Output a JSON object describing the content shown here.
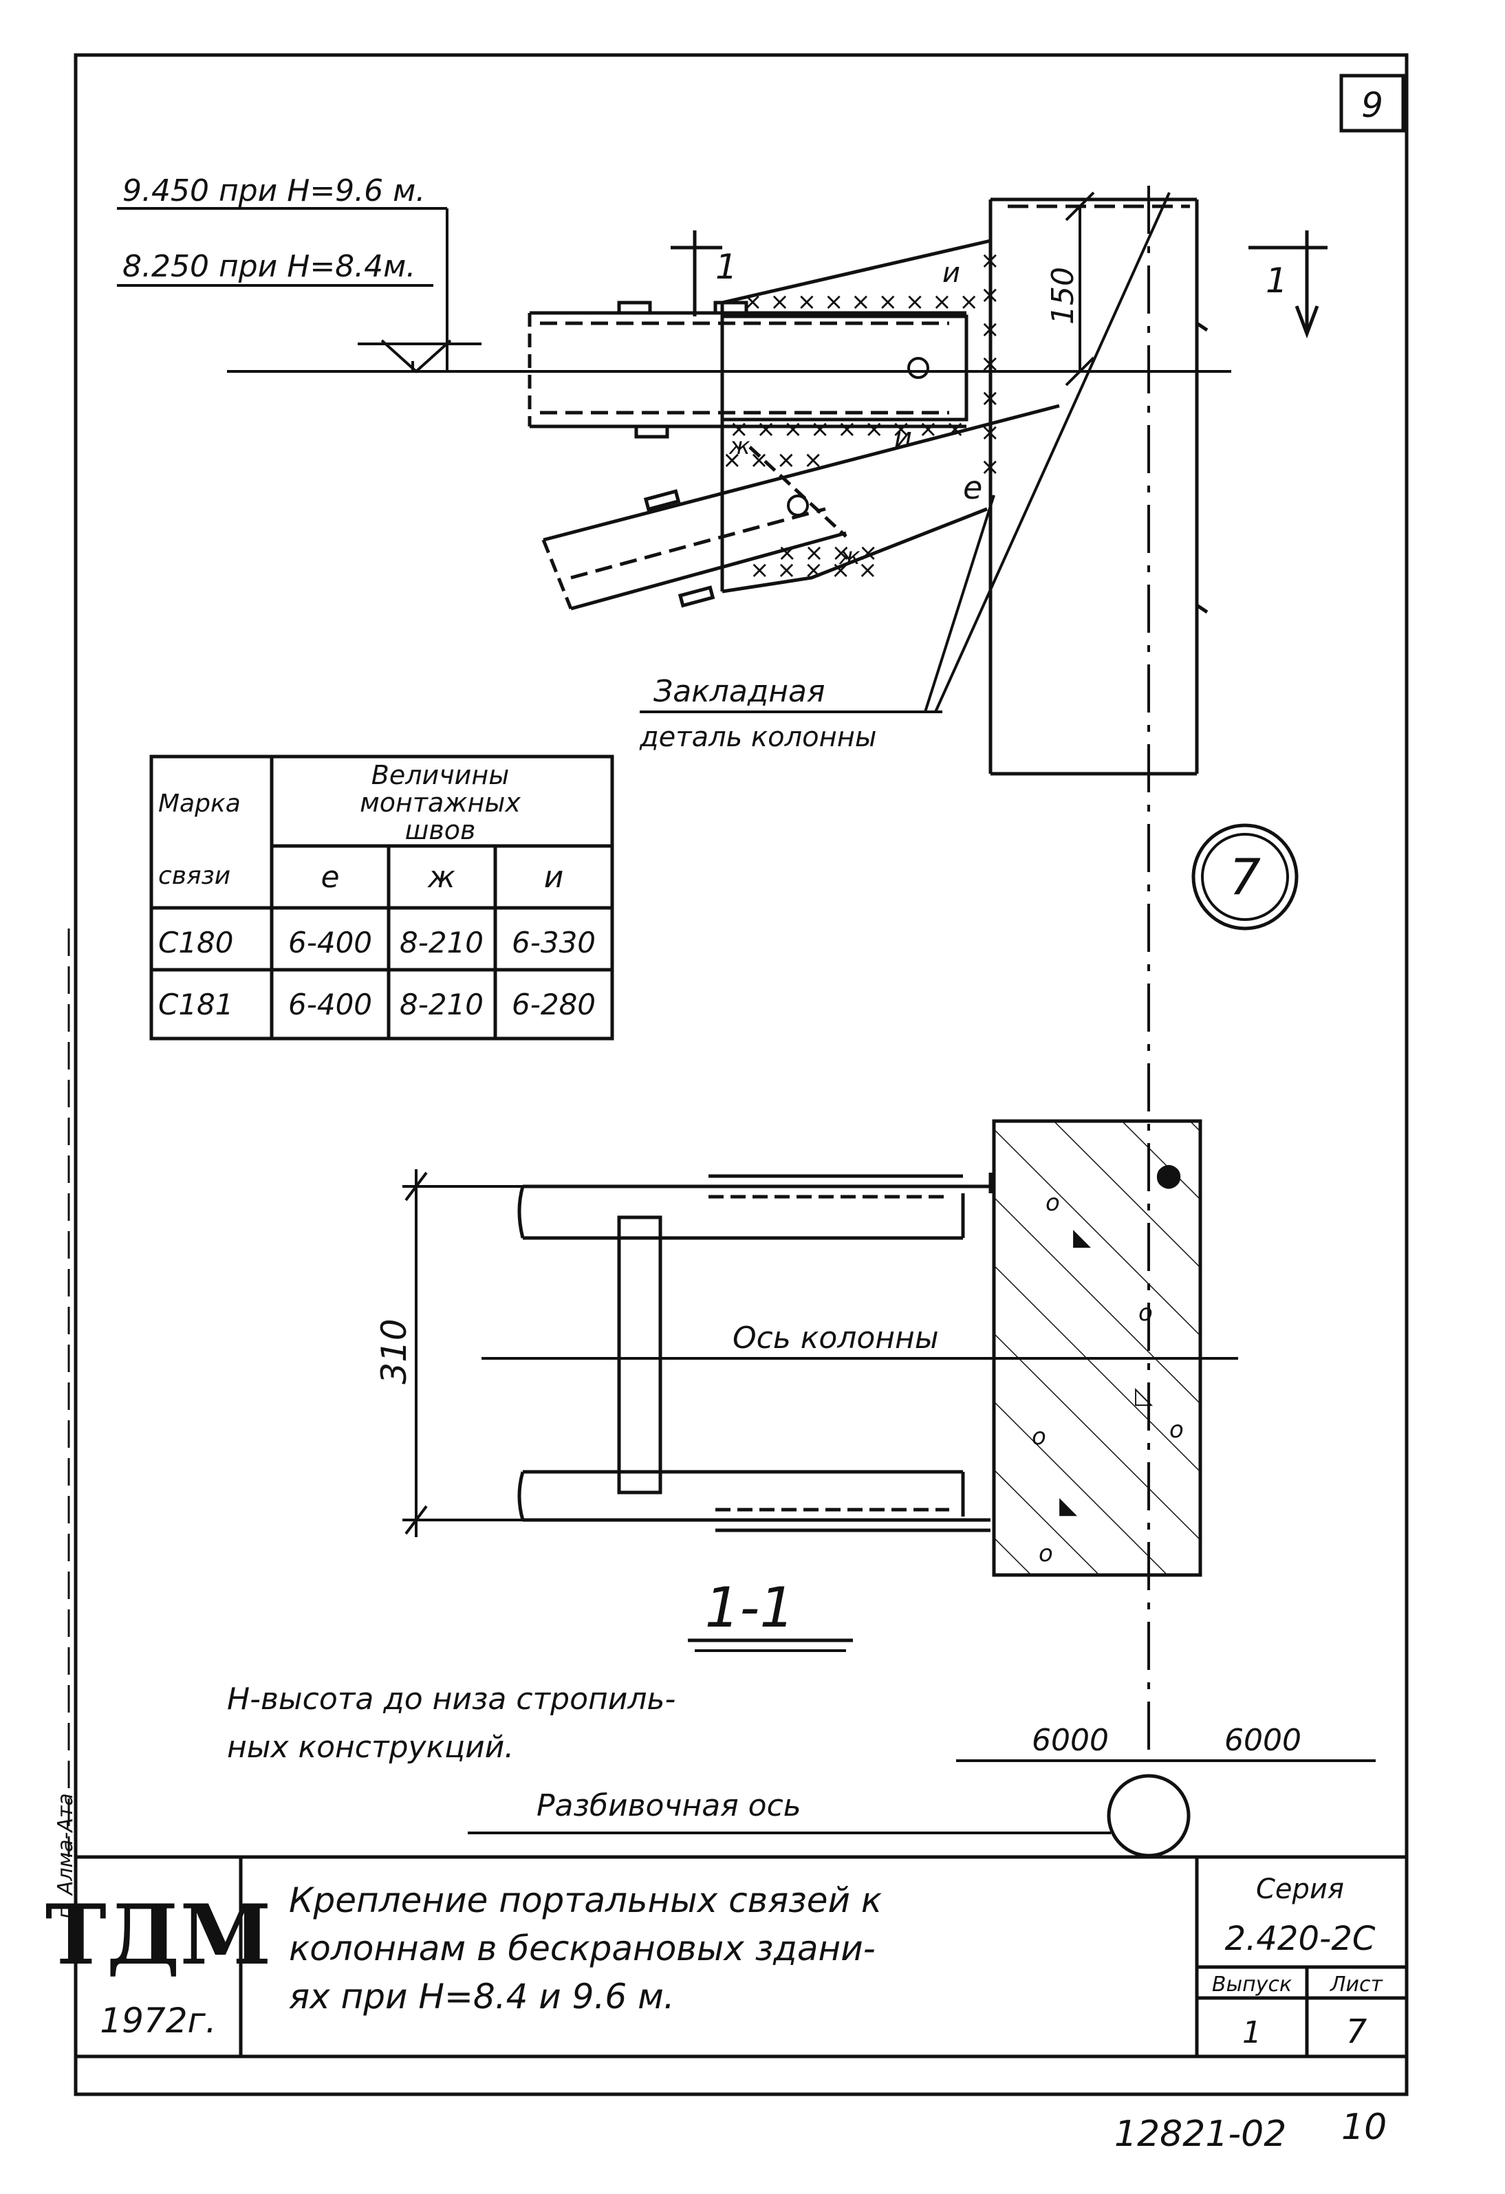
{
  "sheet_number": "9",
  "elevations": {
    "level_1": "9.450 при Н=9.6 м.",
    "level_2": "8.250 при Н=8.4м."
  },
  "section_marks": {
    "left": "1",
    "right": "1"
  },
  "dimensions": {
    "plate_height": "150",
    "section_width": "310"
  },
  "weld_labels": {
    "e": "е",
    "zh": "ж",
    "i": "и"
  },
  "embedded_part_label": {
    "line1": "Закладная",
    "line2": "деталь колонны"
  },
  "node_number": "7",
  "weld_table": {
    "header_mark_line1": "Марка",
    "header_mark_line2": "связи",
    "header_values_line1": "Величины",
    "header_values_line2": "монтажных",
    "header_values_line3": "швов",
    "columns": [
      "е",
      "ж",
      "и"
    ],
    "rows": [
      {
        "mark": "С180",
        "e": "6-400",
        "zh": "8-210",
        "i": "6-330"
      },
      {
        "mark": "С181",
        "e": "6-400",
        "zh": "8-210",
        "i": "6-280"
      }
    ]
  },
  "section_axis_label": "Ось колонны",
  "section_title": "1-1",
  "note": {
    "line1": "Н-высота до низа стропиль-",
    "line2": "ных конструкций."
  },
  "grid_spacing": {
    "left": "6000",
    "right": "6000"
  },
  "alignment_axis_label": "Разбивочная ось",
  "side_stamp": "г. Алма-Ата",
  "title_block": {
    "logo": "ТДМ",
    "year": "1972г.",
    "title_line1": "Крепление портальных связей к",
    "title_line2": "колоннам в бескрановых здани-",
    "title_line3": "ях при Н=8.4 и 9.6 м.",
    "series_label": "Серия",
    "series_value": "2.420-2С",
    "issue_label": "Выпуск",
    "issue_value": "1",
    "sheet_label": "Лист",
    "sheet_value": "7"
  },
  "footer_code": "12821-02",
  "footer_page": "10"
}
